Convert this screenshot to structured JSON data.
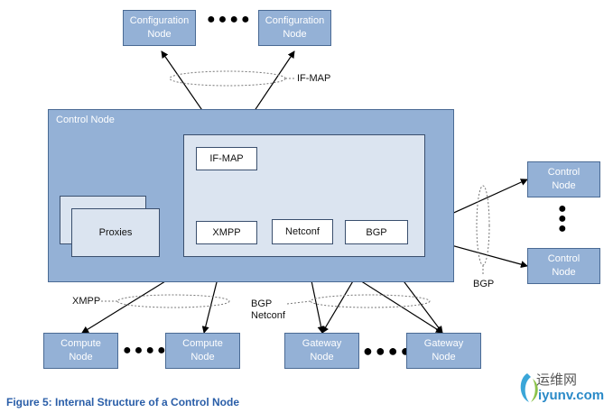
{
  "config_nodes": [
    {
      "label": "Configuration\nNode"
    },
    {
      "label": "Configuration\nNode"
    }
  ],
  "control_node": {
    "title": "Control Node",
    "ifmap": "IF-MAP",
    "proxies": "Proxies",
    "xmpp": "XMPP",
    "netconf": "Netconf",
    "bgp": "BGP"
  },
  "peer_control_nodes": [
    {
      "label": "Control\nNode"
    },
    {
      "label": "Control\nNode"
    }
  ],
  "compute_nodes": [
    {
      "label": "Compute\nNode"
    },
    {
      "label": "Compute\nNode"
    }
  ],
  "gateway_nodes": [
    {
      "label": "Gateway\nNode"
    },
    {
      "label": "Gateway\nNode"
    }
  ],
  "protocol_labels": {
    "ifmap": "IF-MAP",
    "xmpp": "XMPP",
    "bgp_netconf": "BGP\nNetconf",
    "bgp": "BGP"
  },
  "caption": "Figure 5: Internal Structure of a Control Node",
  "watermark": {
    "name": "运维网",
    "site": "iyunv.com"
  },
  "colors": {
    "node_fill": "#94b1d6",
    "inner_fill": "#dbe4f0",
    "caption": "#2a5ea8"
  }
}
